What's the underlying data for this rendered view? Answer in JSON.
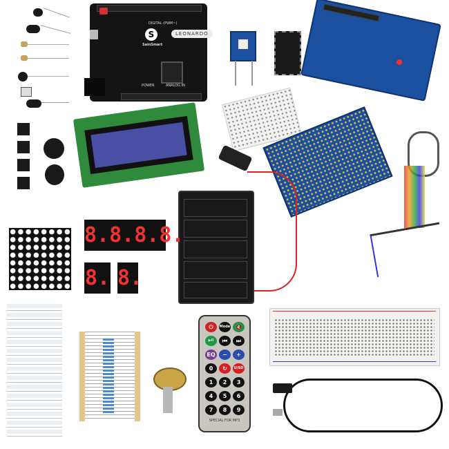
{
  "leonardo_board": {
    "logo_letter": "S",
    "brand": "SainSmart",
    "model": "LEONARDO",
    "digital_label": "DIGITAL (PWM~)",
    "power_label": "POWER",
    "analog_label": "ANALOG IN"
  },
  "seven_segment": {
    "four_digit": "8.8.8.8.",
    "single_1": "8.",
    "single_2": "8."
  },
  "remote": {
    "buttons": [
      "⏻",
      "Mode",
      "🔇",
      "▶II",
      "⏮",
      "⏭",
      "EQ",
      "−",
      "+",
      "0",
      "↻",
      "U/SD",
      "1",
      "2",
      "3",
      "4",
      "5",
      "6",
      "7",
      "8",
      "9"
    ],
    "button_colors": [
      "#d42020",
      "#111111",
      "#1a9a40",
      "#1a9a40",
      "#111111",
      "#111111",
      "#7a3c98",
      "#2a4bb0",
      "#2a4bb0",
      "#111111",
      "#d42020",
      "#d42020",
      "#111111",
      "#111111",
      "#111111",
      "#111111",
      "#111111",
      "#111111",
      "#111111",
      "#111111",
      "#111111"
    ],
    "footer": "SPECIAL FOR MP3"
  }
}
